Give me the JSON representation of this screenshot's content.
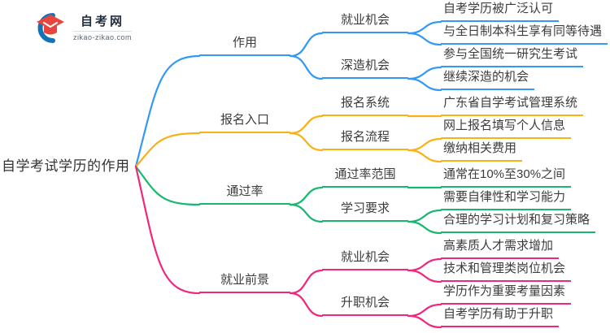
{
  "logo": {
    "site_name": "自考网",
    "site_url": "zikao-zikao.com",
    "icon": "graduation-cap-icon"
  },
  "colors": {
    "branch_blue": "#3399f3",
    "branch_orange": "#f9b115",
    "branch_green": "#17b86e",
    "branch_pink": "#f1277d",
    "text": "#3c3c3c",
    "logo_red": "#e8453e",
    "logo_blue": "#1273b8"
  },
  "mindmap": {
    "root": "自学考试学历的作用",
    "branches": [
      {
        "label": "作用",
        "color": "#3399f3",
        "children": [
          {
            "label": "就业机会",
            "children": [
              "自考学历被广泛认可",
              "与全日制本科生享有同等待遇"
            ]
          },
          {
            "label": "深造机会",
            "children": [
              "参与全国统一研究生考试",
              "继续深造的机会"
            ]
          }
        ]
      },
      {
        "label": "报名入口",
        "color": "#f9b115",
        "children": [
          {
            "label": "报名系统",
            "children": [
              "广东省自学考试管理系统"
            ]
          },
          {
            "label": "报名流程",
            "children": [
              "网上报名填写个人信息",
              "缴纳相关费用"
            ]
          }
        ]
      },
      {
        "label": "通过率",
        "color": "#17b86e",
        "children": [
          {
            "label": "通过率范围",
            "children": [
              "通常在10%至30%之间"
            ]
          },
          {
            "label": "学习要求",
            "children": [
              "需要自律性和学习能力",
              "合理的学习计划和复习策略"
            ]
          }
        ]
      },
      {
        "label": "就业前景",
        "color": "#f1277d",
        "children": [
          {
            "label": "就业机会",
            "children": [
              "高素质人才需求增加",
              "技术和管理类岗位机会"
            ]
          },
          {
            "label": "升职机会",
            "children": [
              "学历作为重要考量因素",
              "自考学历有助于升职"
            ]
          }
        ]
      }
    ]
  }
}
